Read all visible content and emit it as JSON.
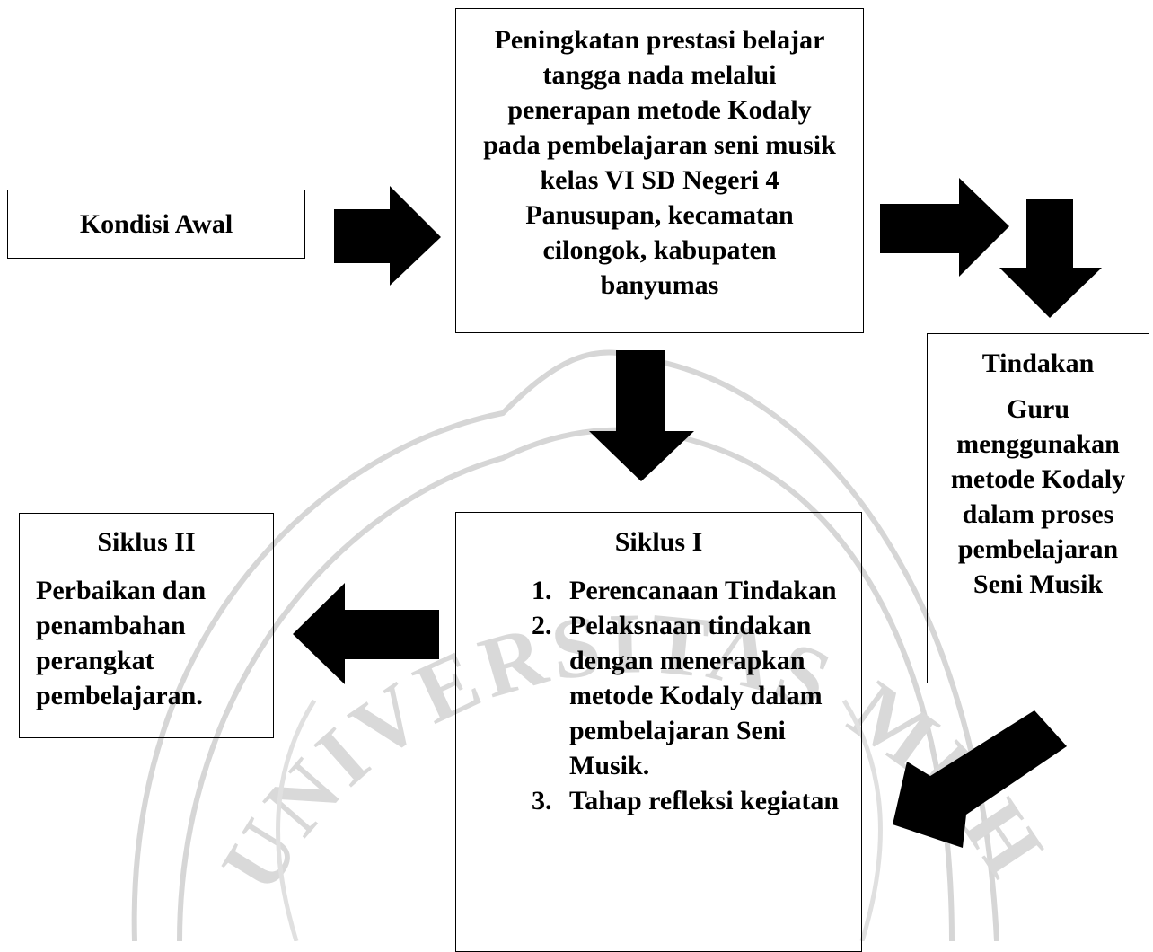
{
  "kondisi_awal": "Kondisi Awal",
  "main_box": "Peningkatan prestasi belajar tangga nada melalui penerapan metode Kodaly pada pembelajaran seni musik kelas VI SD Negeri 4 Panusupan, kecamatan cilongok, kabupaten banyumas",
  "tindakan": {
    "title": "Tindakan",
    "body": "Guru menggunakan metode Kodaly dalam proses pembelajaran Seni Musik"
  },
  "siklus_1": {
    "title": "Siklus I",
    "steps": [
      "Perencanaan Tindakan",
      "Pelaksnaan tindakan dengan menerapkan metode Kodaly dalam pembelajaran Seni Musik.",
      "Tahap refleksi kegiatan"
    ]
  },
  "siklus_2": {
    "title": "Siklus II",
    "body": "Perbaikan dan penambahan perangkat pembelajaran."
  },
  "watermark": {
    "text": "UNIVERSITAS MUHAMMADIYAH",
    "color": "#d0d0d0"
  },
  "colors": {
    "arrow": "#000000",
    "border": "#000000"
  }
}
